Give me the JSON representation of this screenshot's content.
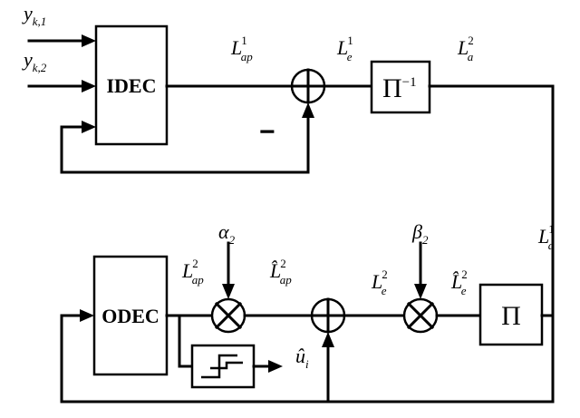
{
  "blocks": {
    "idec": "IDEC",
    "odec": "ODEC",
    "deinterleaver": {
      "symbol": "Π",
      "exponent": "−1"
    },
    "interleaver": {
      "symbol": "Π"
    }
  },
  "inputs": {
    "y1": {
      "base": "y",
      "sub": "k,1"
    },
    "y2": {
      "base": "y",
      "sub": "k,2"
    }
  },
  "labels": {
    "L_ap_1": {
      "base": "L",
      "sup": "1",
      "sub": "ap"
    },
    "L_e_1": {
      "base": "L",
      "sup": "1",
      "sub": "e"
    },
    "L_a_2": {
      "base": "L",
      "sup": "2",
      "sub": "a"
    },
    "L_a_1": {
      "base": "L",
      "sup": "1",
      "sub": "a"
    },
    "L_ap_2": {
      "base": "L",
      "sup": "2",
      "sub": "ap"
    },
    "Lhat_ap_2": {
      "base": "L̂",
      "sup": "2",
      "sub": "ap"
    },
    "L_e_2": {
      "base": "L",
      "sup": "2",
      "sub": "e"
    },
    "Lhat_e_2": {
      "base": "L̂",
      "sup": "2",
      "sub": "e"
    },
    "alpha_2": {
      "base": "α",
      "sub": "2"
    },
    "beta_2": {
      "base": "β",
      "sub": "2"
    },
    "u_hat": {
      "base": "û",
      "sub": "i"
    }
  },
  "minus_sign": "−"
}
